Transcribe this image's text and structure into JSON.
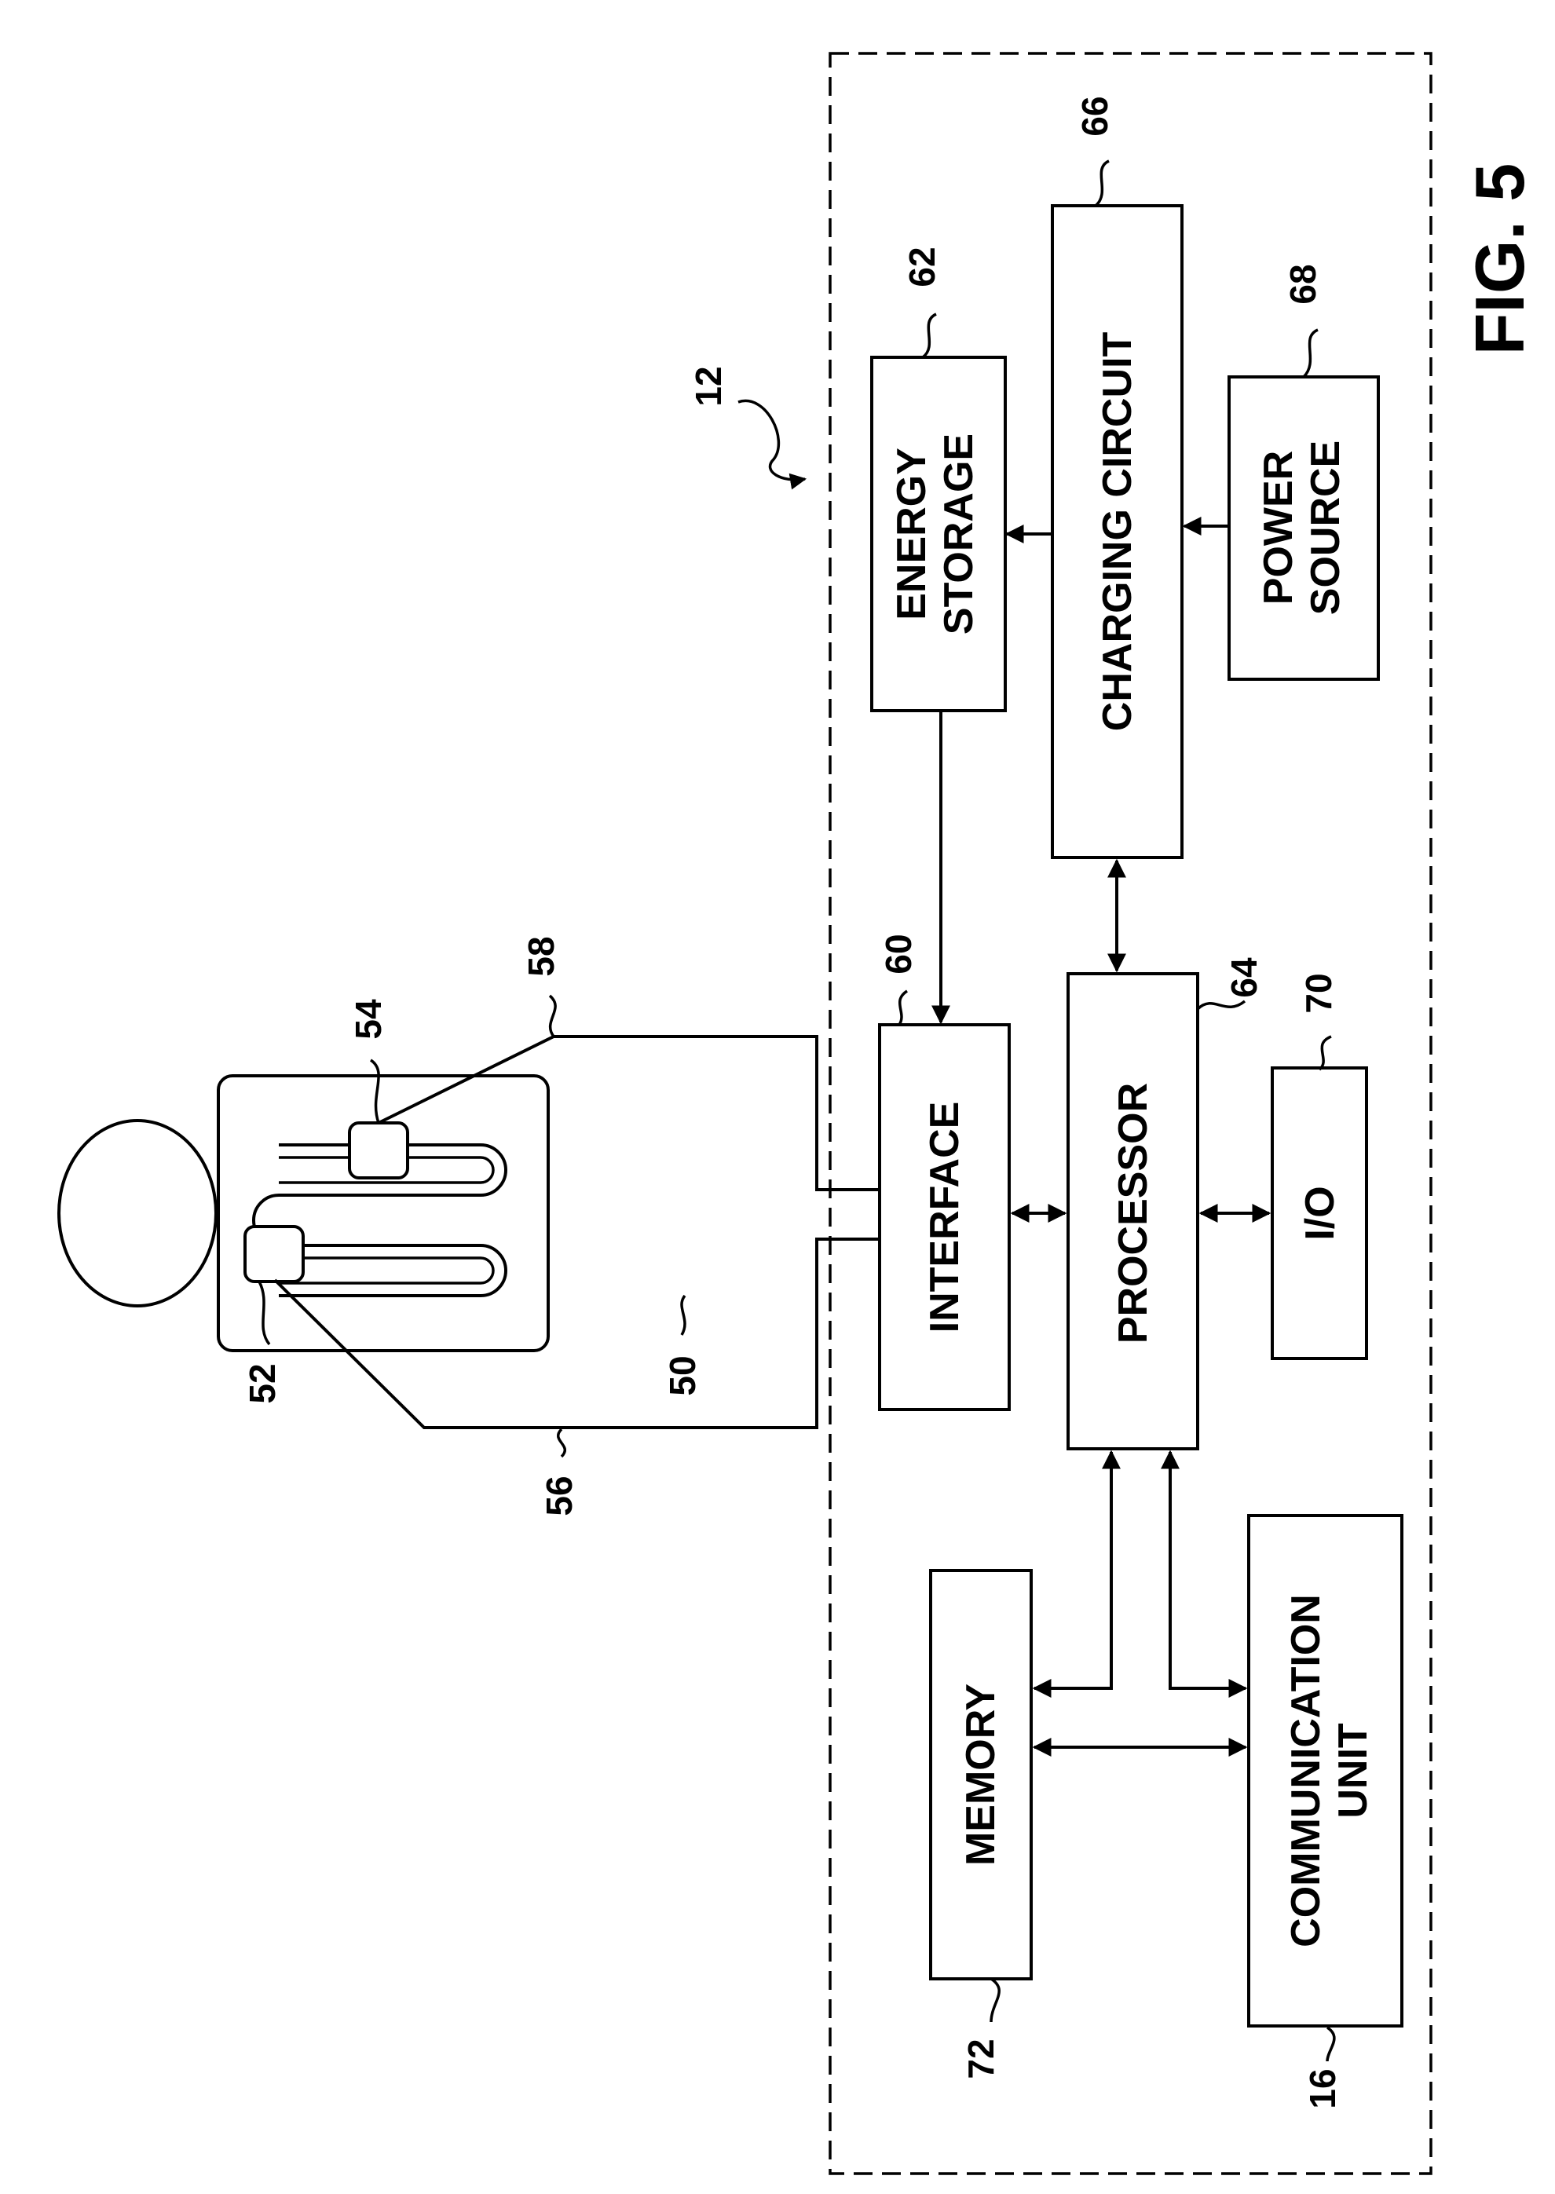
{
  "figure": {
    "label": "FIG. 5"
  },
  "blocks": {
    "energy_storage": [
      "ENERGY",
      "STORAGE"
    ],
    "charging_circuit": "CHARGING CIRCUIT",
    "power_source": [
      "POWER",
      "SOURCE"
    ],
    "interface": "INTERFACE",
    "processor": "PROCESSOR",
    "io": "I/O",
    "memory": "MEMORY",
    "communication_unit": [
      "COMMUNICATION",
      "UNIT"
    ]
  },
  "refs": {
    "device": "12",
    "energy_storage": "62",
    "charging_circuit": "66",
    "power_source": "68",
    "interface": "60",
    "processor": "64",
    "io": "70",
    "memory": "72",
    "communication_unit": "16",
    "garment": "50",
    "electrode_a": "52",
    "electrode_b": "54",
    "lead_a": "56",
    "lead_b": "58"
  }
}
